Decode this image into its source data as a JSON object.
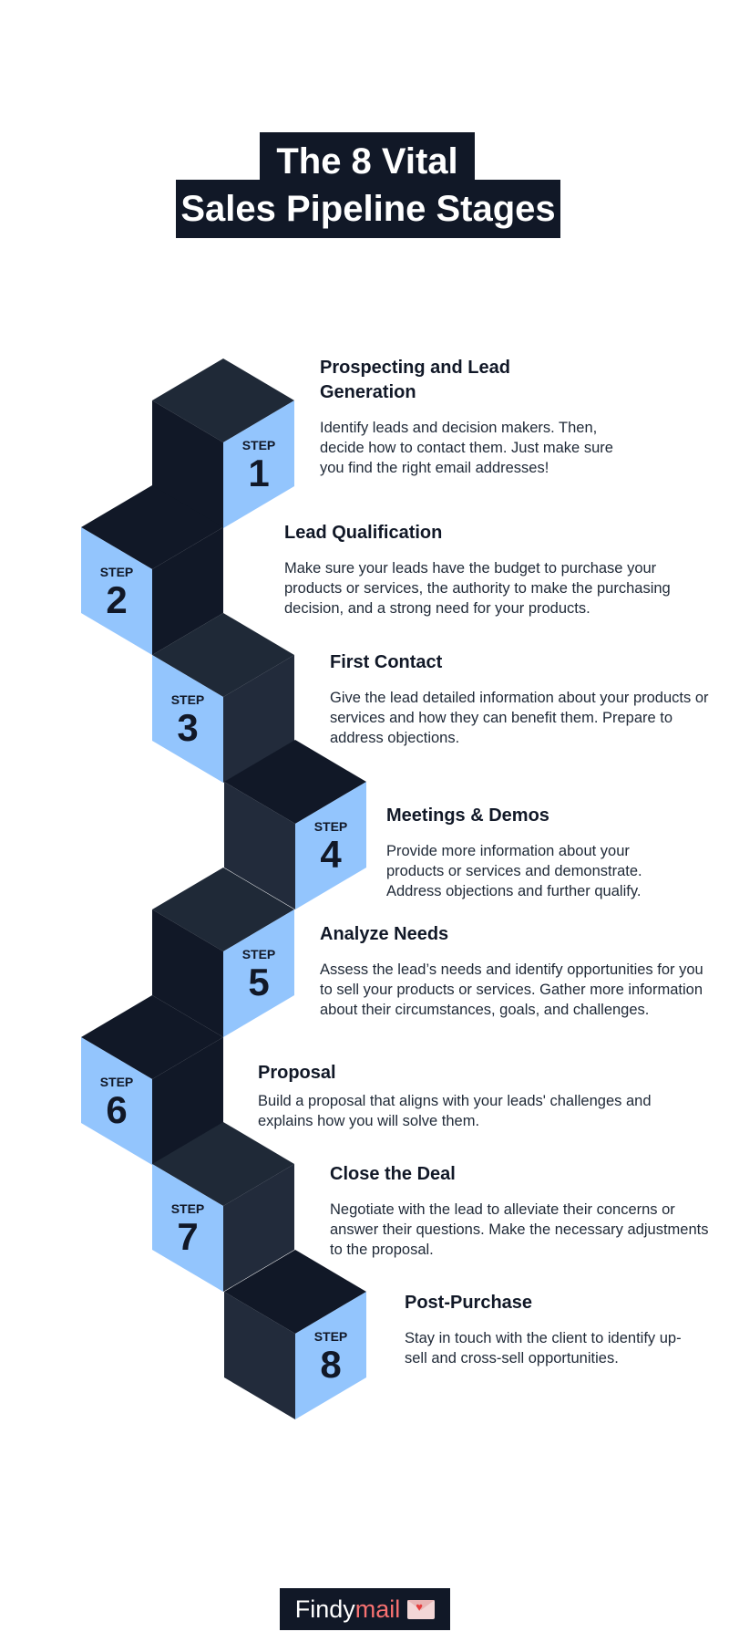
{
  "header": {
    "title_line1": "The 8 Vital",
    "title_line2": "Sales Pipeline Stages"
  },
  "step_word": "STEP",
  "steps": [
    {
      "number": "1",
      "title_line1": "Prospecting and Lead",
      "title_line2": "Generation",
      "description": "Identify leads and decision makers. Then, decide how to contact them. Just make sure you find the right email addresses!"
    },
    {
      "number": "2",
      "title_line1": "Lead Qualification",
      "title_line2": "",
      "description": "Make sure your leads have the budget to purchase your products or services, the authority to make the purchasing decision, and a strong need for your products."
    },
    {
      "number": "3",
      "title_line1": "First Contact",
      "title_line2": "",
      "description": "Give the lead detailed information about your products or services and how they can benefit them. Prepare to address objections."
    },
    {
      "number": "4",
      "title_line1": "Meetings & Demos",
      "title_line2": "",
      "description": "Provide more information about your products or services and demonstrate. Address objections and further qualify."
    },
    {
      "number": "5",
      "title_line1": "Analyze Needs",
      "title_line2": "",
      "description": "Assess the lead’s needs and identify opportunities for you to sell your products or services. Gather more information about their circumstances, goals, and challenges."
    },
    {
      "number": "6",
      "title_line1": "Proposal",
      "title_line2": "",
      "description": "Build a proposal that aligns with your leads' challenges and explains how you will solve them."
    },
    {
      "number": "7",
      "title_line1": "Close the Deal",
      "title_line2": "",
      "description": "Negotiate with the lead to alleviate their concerns or answer their questions. Make the necessary adjustments to the proposal."
    },
    {
      "number": "8",
      "title_line1": "Post-Purchase",
      "title_line2": "",
      "description": "Stay in touch with the client to identify up-sell and cross-sell opportunities."
    }
  ],
  "logo": {
    "part1": "Findy",
    "part2": "mail"
  },
  "colors": {
    "dark": "#111827",
    "mid": "#1f2937",
    "face": "#222b3b",
    "accent": "#93c5fd",
    "logo_accent": "#f87171"
  }
}
